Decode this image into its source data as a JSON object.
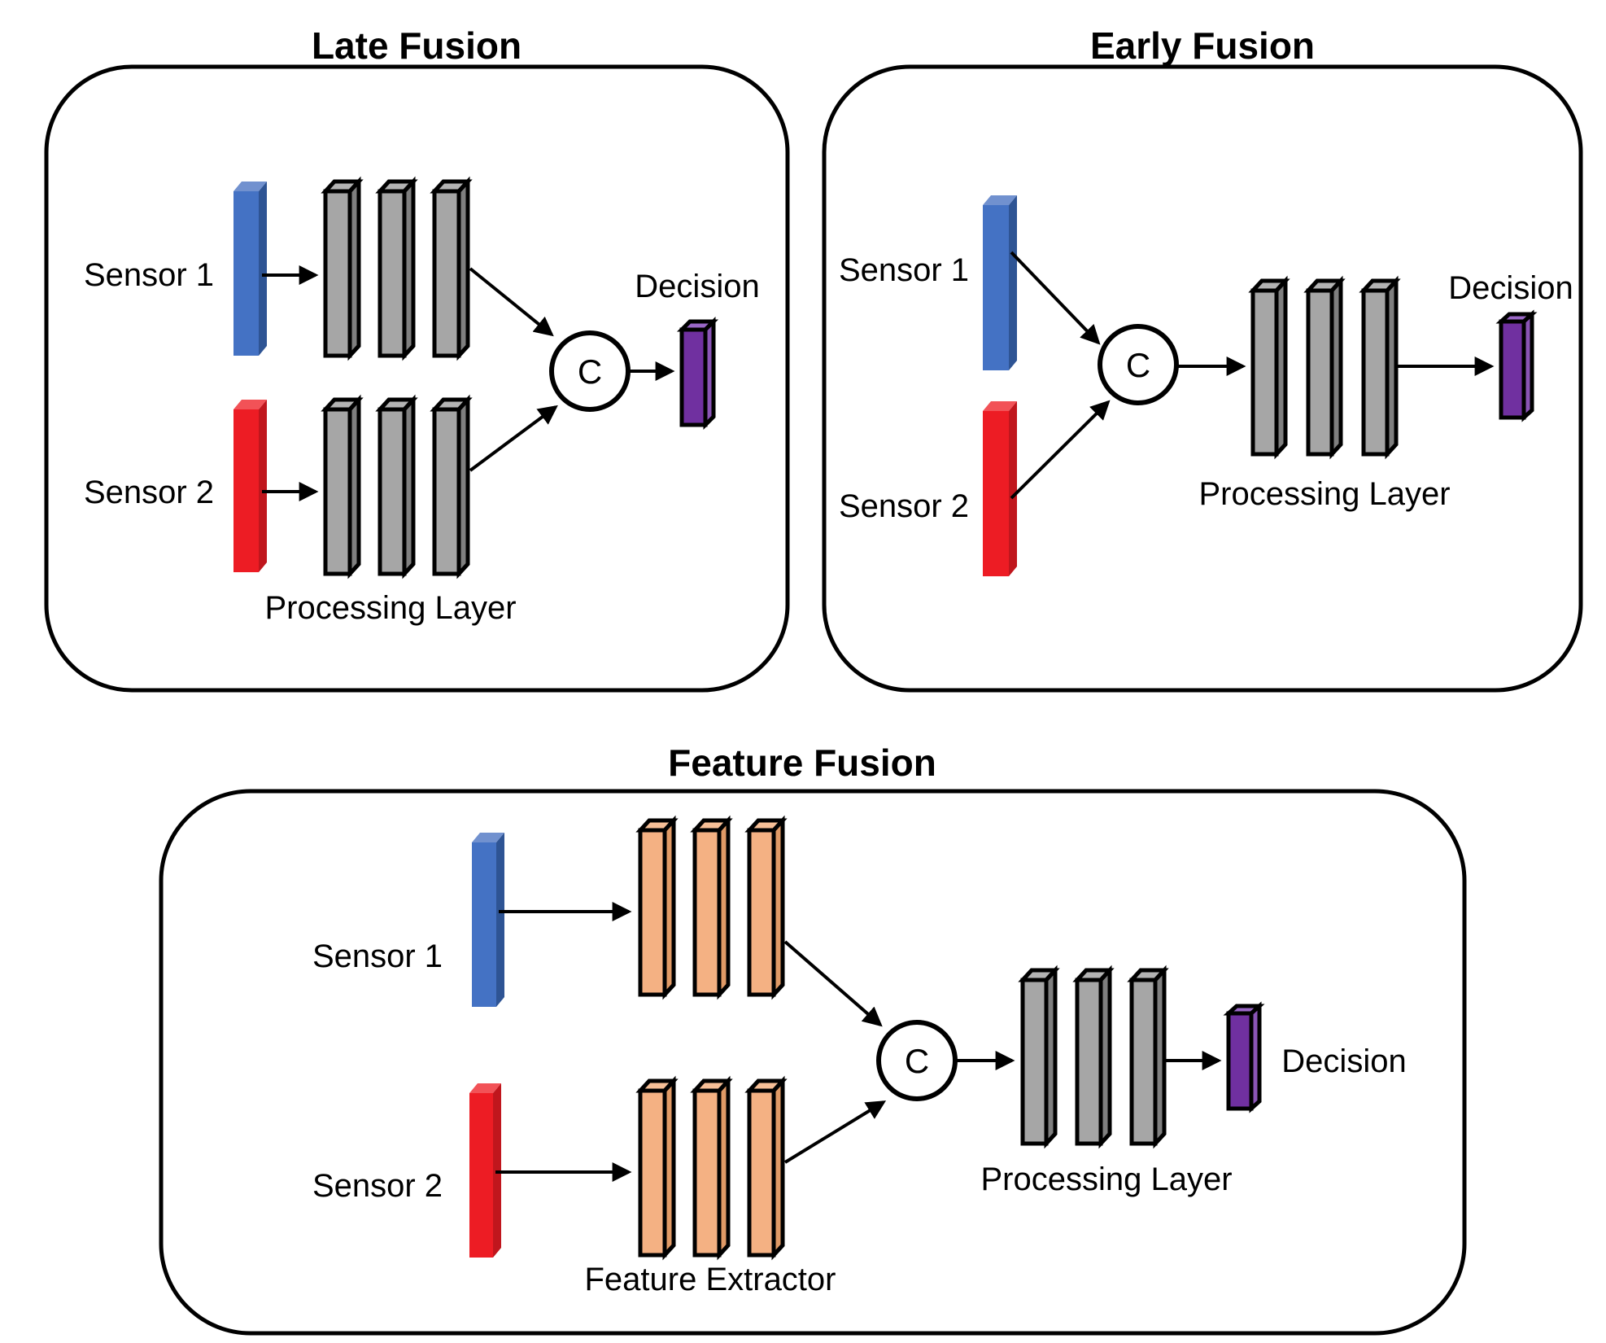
{
  "colors": {
    "background": "#FFFFFF",
    "outline": "#000000",
    "text": "#000000",
    "sensor1_front": "#4472C4",
    "sensor1_top": "#7191CF",
    "sensor1_side": "#2E5494",
    "sensor2_front": "#ED1C24",
    "sensor2_top": "#F25257",
    "sensor2_side": "#C0161D",
    "neural_front": "#A6A6A6",
    "neural_top": "#B3B3B3",
    "neural_side": "#7F7F7F",
    "feature_front": "#F4B183",
    "feature_top": "#F6BF97",
    "feature_side": "#E09A66",
    "decision_front": "#7030A0",
    "decision_top": "#9A67C6",
    "decision_side": "#8A55B5"
  },
  "panels": {
    "late": {
      "title": "Late Fusion",
      "sensor1_label": "Sensor 1",
      "sensor2_label": "Sensor 2",
      "processing_label": "Processing Layer",
      "decision_label": "Decision",
      "concat_symbol": "C"
    },
    "early": {
      "title": "Early Fusion",
      "sensor1_label": "Sensor 1",
      "sensor2_label": "Sensor 2",
      "processing_label": "Processing Layer",
      "decision_label": "Decision",
      "concat_symbol": "C"
    },
    "feature": {
      "title": "Feature Fusion",
      "sensor1_label": "Sensor 1",
      "sensor2_label": "Sensor 2",
      "feature_extractor_label": "Feature Extractor",
      "processing_label": "Processing Layer",
      "decision_label": "Decision",
      "concat_symbol": "C"
    }
  }
}
